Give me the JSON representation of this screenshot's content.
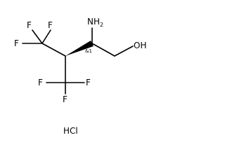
{
  "molecule": {
    "amine": {
      "label": "NH",
      "subscript": "2"
    },
    "stereo_tag": "&1",
    "hydroxyl": "OH",
    "fluorine": "F",
    "salt": "HCl"
  },
  "colors": {
    "bond": "#000000",
    "text": "#000000",
    "background": "#ffffff"
  }
}
